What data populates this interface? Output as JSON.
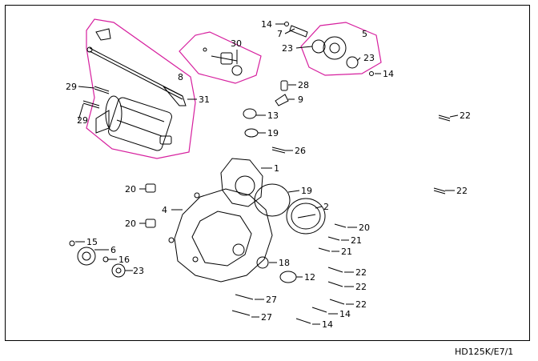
{
  "drawing_code": "HD125K/E7/1",
  "callouts": [
    "1",
    "2",
    "4",
    "5",
    "6",
    "7",
    "8",
    "9",
    "12",
    "13",
    "14",
    "14",
    "14",
    "14",
    "15",
    "16",
    "18",
    "19",
    "19",
    "20",
    "20",
    "20",
    "21",
    "21",
    "22",
    "22",
    "22",
    "22",
    "22",
    "23",
    "23",
    "23",
    "26",
    "27",
    "27",
    "28",
    "29",
    "29",
    "30",
    "31"
  ],
  "colors": {
    "line": "#000000",
    "group_outline": "#d61f9e",
    "background": "#ffffff"
  }
}
